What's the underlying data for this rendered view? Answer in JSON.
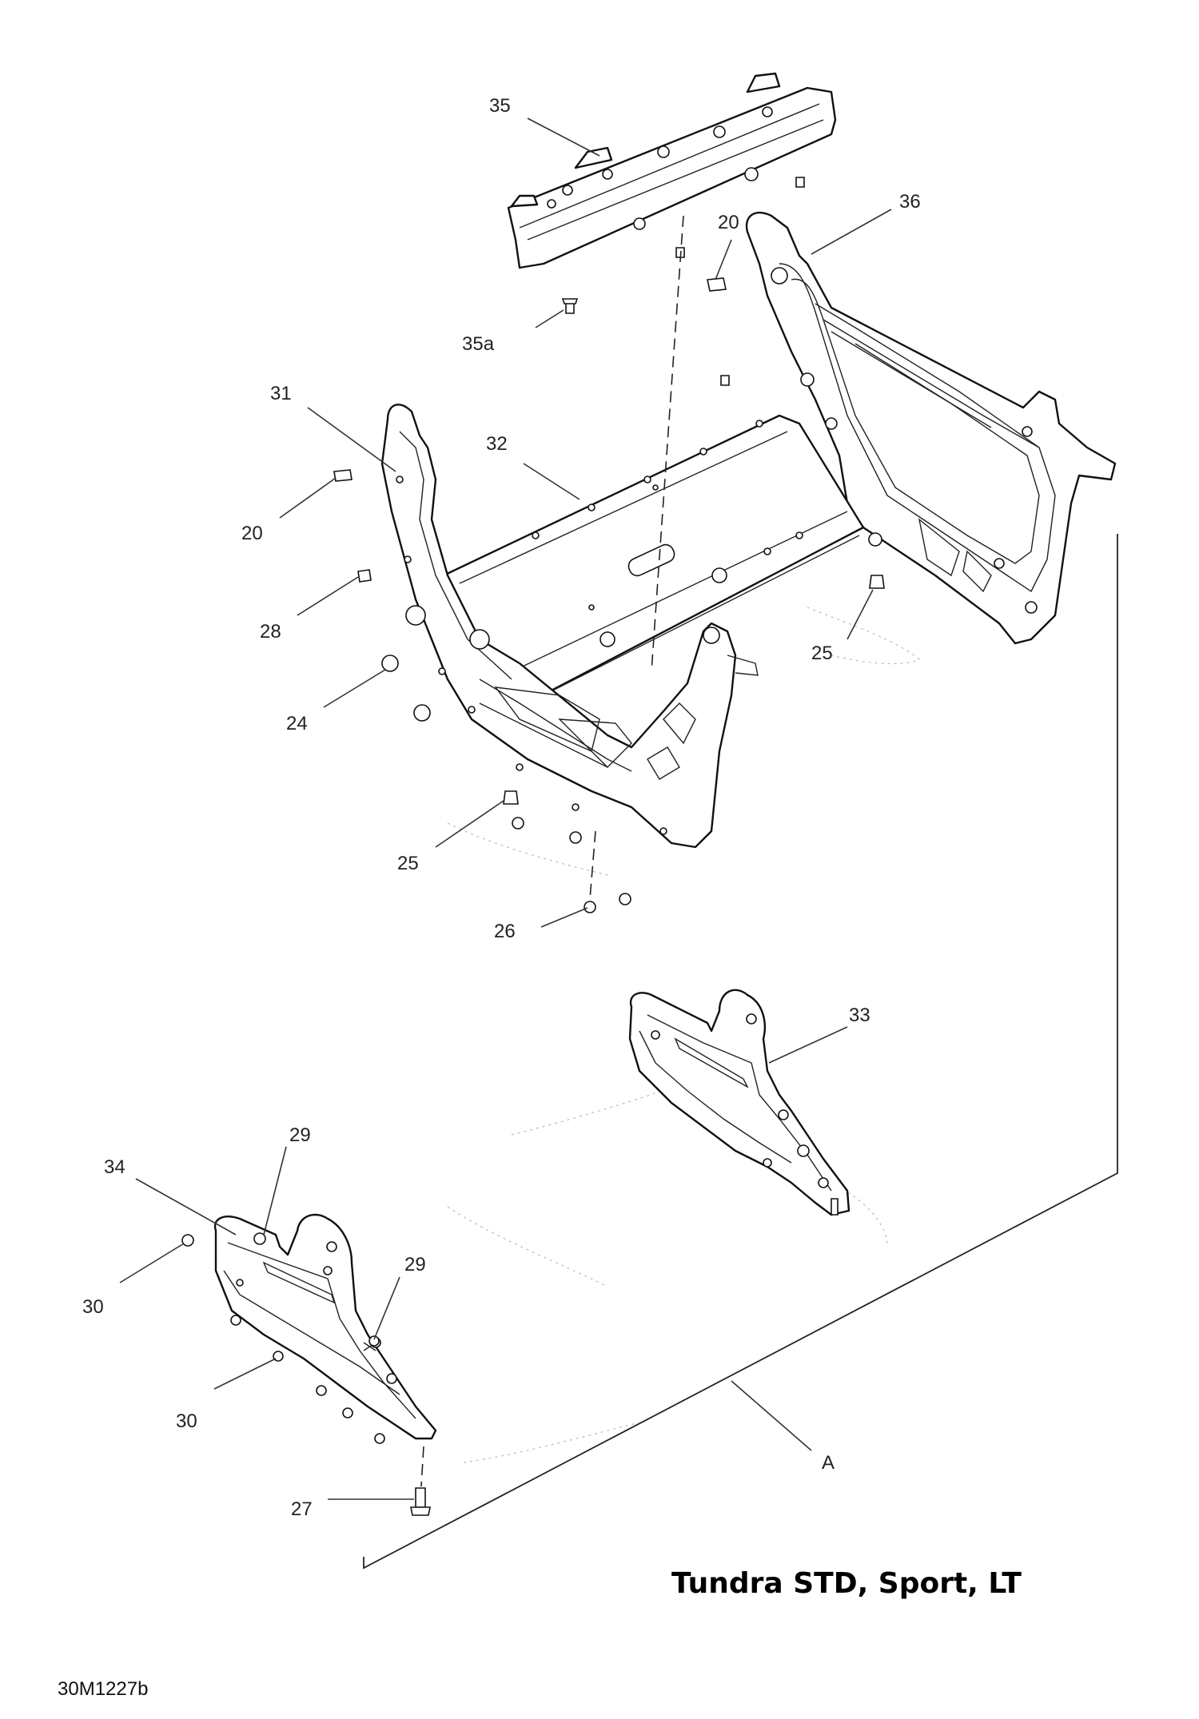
{
  "diagram": {
    "title": "Tundra STD, Sport, LT",
    "reference": "30M1227b",
    "labels": {
      "l35": "35",
      "l35a": "35a",
      "l36": "36",
      "l20a": "20",
      "l20b": "20",
      "l31": "31",
      "l32": "32",
      "l28": "28",
      "l24": "24",
      "l25a": "25",
      "l25b": "25",
      "l26": "26",
      "l33": "33",
      "l29a": "29",
      "l29b": "29",
      "l34": "34",
      "l30a": "30",
      "l30b": "30",
      "l27": "27",
      "lA": "A"
    }
  }
}
